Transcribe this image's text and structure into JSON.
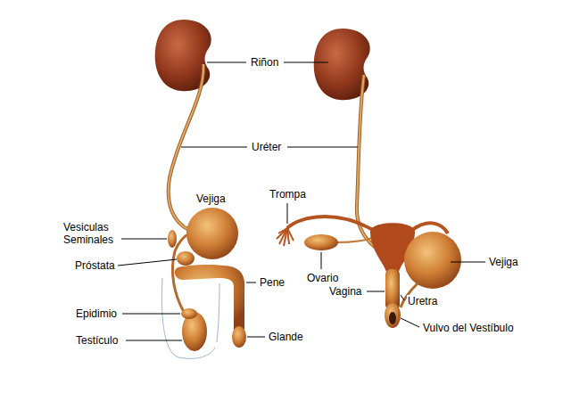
{
  "diagram": {
    "labels": [
      "Riñon",
      "Uréter",
      "Vejiga",
      "Trompa",
      "Vesiculas Seminales",
      "Vejiga",
      "Próstata",
      "Pene",
      "Ovario",
      "Vagina",
      "Uretra",
      "Epidimio",
      "Vulvo del Vestíbulo",
      "Testículo",
      "Glande"
    ]
  }
}
